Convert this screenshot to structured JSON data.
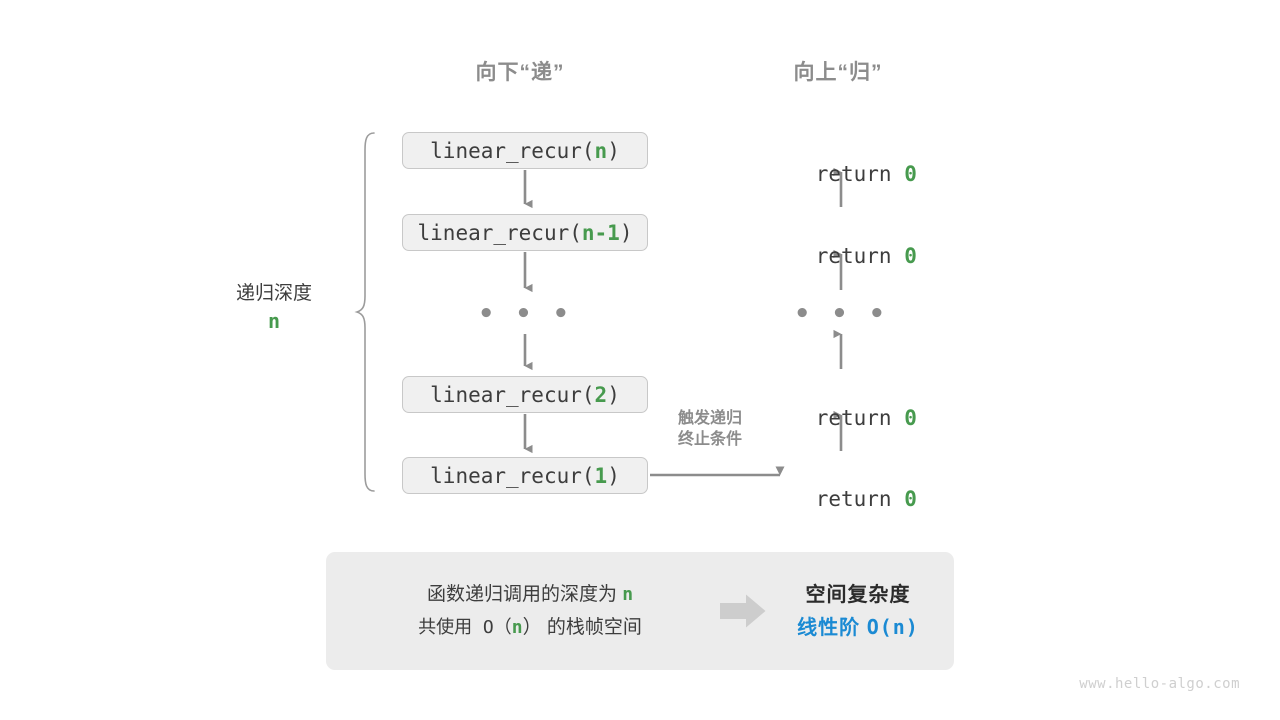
{
  "headers": {
    "down": "向下“递”",
    "up": "向上“归”"
  },
  "depth_label": {
    "text": "递归深度",
    "value": "n"
  },
  "call_stack": [
    {
      "prefix": "linear_recur(",
      "arg": "n",
      "suffix": ")"
    },
    {
      "prefix": "linear_recur(",
      "arg": "n-1",
      "suffix": ")"
    },
    {
      "prefix": "linear_recur(",
      "arg": "2",
      "suffix": ")"
    },
    {
      "prefix": "linear_recur(",
      "arg": "1",
      "suffix": ")"
    }
  ],
  "ellipsis": "• • •",
  "returns": [
    {
      "keyword": "return ",
      "value": "0"
    },
    {
      "keyword": "return ",
      "value": "0"
    },
    {
      "keyword": "return ",
      "value": "0"
    },
    {
      "keyword": "return ",
      "value": "0"
    }
  ],
  "trigger_note": {
    "line1": "触发递归",
    "line2": "终止条件"
  },
  "summary": {
    "left_line1_pre": "函数递归调用的深度为 ",
    "left_line1_var": "n",
    "left_line2_pre": "共使用 O（",
    "left_line2_var": "n",
    "left_line2_post": "） 的栈帧空间",
    "arrow_icon": "right-arrow-icon",
    "right_title": "空间复杂度",
    "right_value_text": "线性阶 ",
    "right_value_mono": "O(n)"
  },
  "watermark": "www.hello-algo.com",
  "colors": {
    "green": "#479a4e",
    "blue": "#1b8ad3",
    "gray_text": "#8c8c8c",
    "box_fill": "#f0f0f0",
    "box_border": "#c8c8c8",
    "panel_fill": "#ececec",
    "arrow": "#8c8c8c",
    "watermark": "#cfcfcf"
  }
}
